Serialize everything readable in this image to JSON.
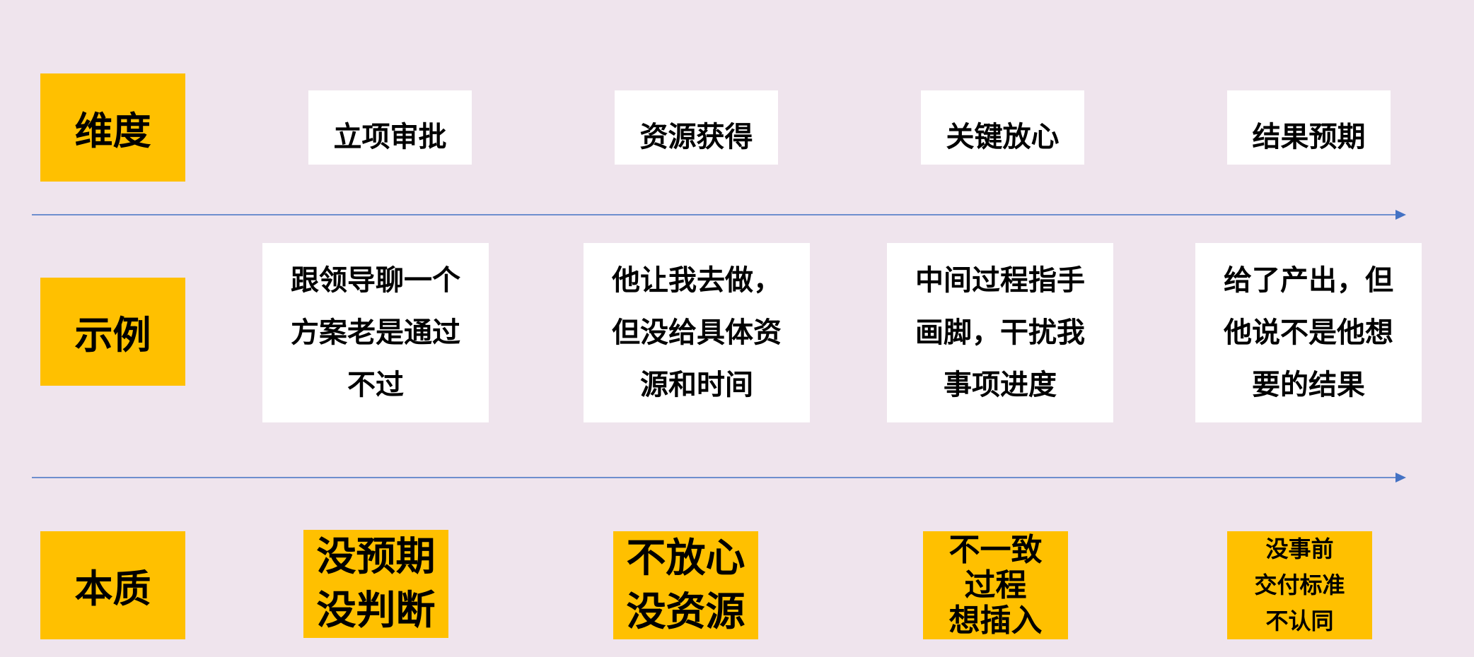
{
  "colors": {
    "accent": "#ffc000",
    "arrow": "#4472c4",
    "background": "#efe4ed"
  },
  "rows": {
    "dimension_label": "维度",
    "example_label": "示例",
    "essence_label": "本质"
  },
  "dimensions": [
    "立项审批",
    "资源获得",
    "关键放心",
    "结果预期"
  ],
  "examples": [
    [
      "跟领导聊一个",
      "方案老是通过",
      "不过"
    ],
    [
      "他让我去做，",
      "但没给具体资",
      "源和时间"
    ],
    [
      "中间过程指手",
      "画脚，干扰我",
      "事项进度"
    ],
    [
      "给了产出，但",
      "他说不是他想",
      "要的结果"
    ]
  ],
  "essences": [
    [
      "没预期",
      "没判断"
    ],
    [
      "不放心",
      "没资源"
    ],
    [
      "不一致",
      "过程",
      "想插入"
    ],
    [
      "没事前",
      "交付标准",
      "不认同"
    ]
  ]
}
